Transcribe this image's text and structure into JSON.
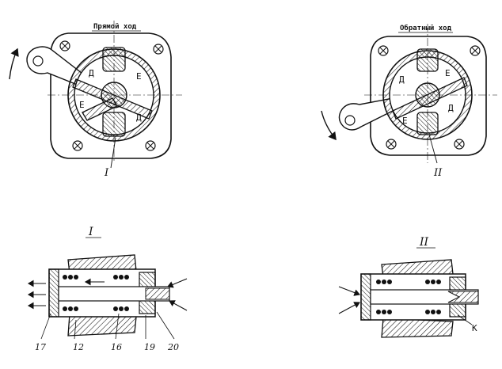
{
  "titles": {
    "forward": "Прямой ход",
    "reverse": "Обратный ход"
  },
  "chamber_labels": {
    "d": "Д",
    "e": "Е"
  },
  "section_marks": {
    "first": "I",
    "second": "II"
  },
  "callouts": {
    "n17": "17",
    "n12": "12",
    "n16": "16",
    "n19": "19",
    "n20": "20",
    "k": "К"
  },
  "colors": {
    "ink": "#111111",
    "paper": "#ffffff"
  }
}
